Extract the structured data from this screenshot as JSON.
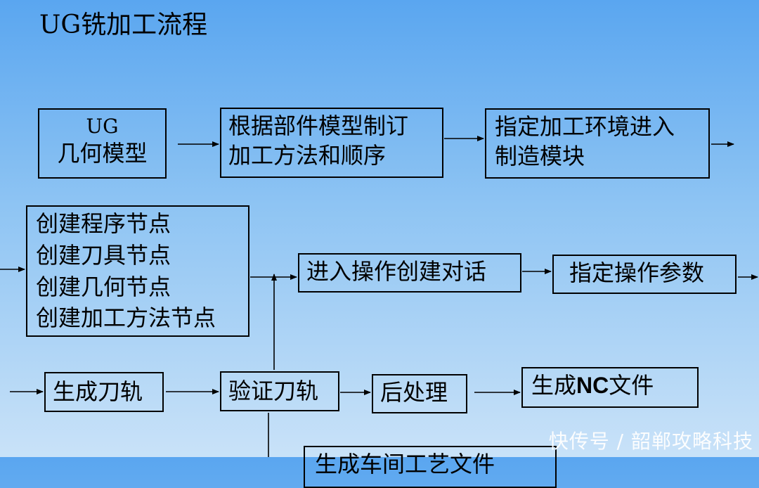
{
  "title": "UG铣加工流程",
  "boxes": {
    "ug_model": [
      "UG",
      "几何模型"
    ],
    "plan": [
      "根据部件模型制订",
      "加工方法和顺序"
    ],
    "env": [
      "指定加工环境进入",
      "制造模块"
    ],
    "nodes": [
      "创建程序节点",
      "创建刀具节点",
      "创建几何节点",
      "创建加工方法节点"
    ],
    "op_dialog": "进入操作创建对话",
    "op_params": "指定操作参数",
    "gen_path": "生成刀轨",
    "verify": "验证刀轨",
    "post": "后处理",
    "nc_file_pre": "生成",
    "nc_file_bold": "NC",
    "nc_file_post": "文件",
    "shop_doc": "生成车间工艺文件"
  },
  "watermark": "快传号 / 韶郸攻略科技"
}
